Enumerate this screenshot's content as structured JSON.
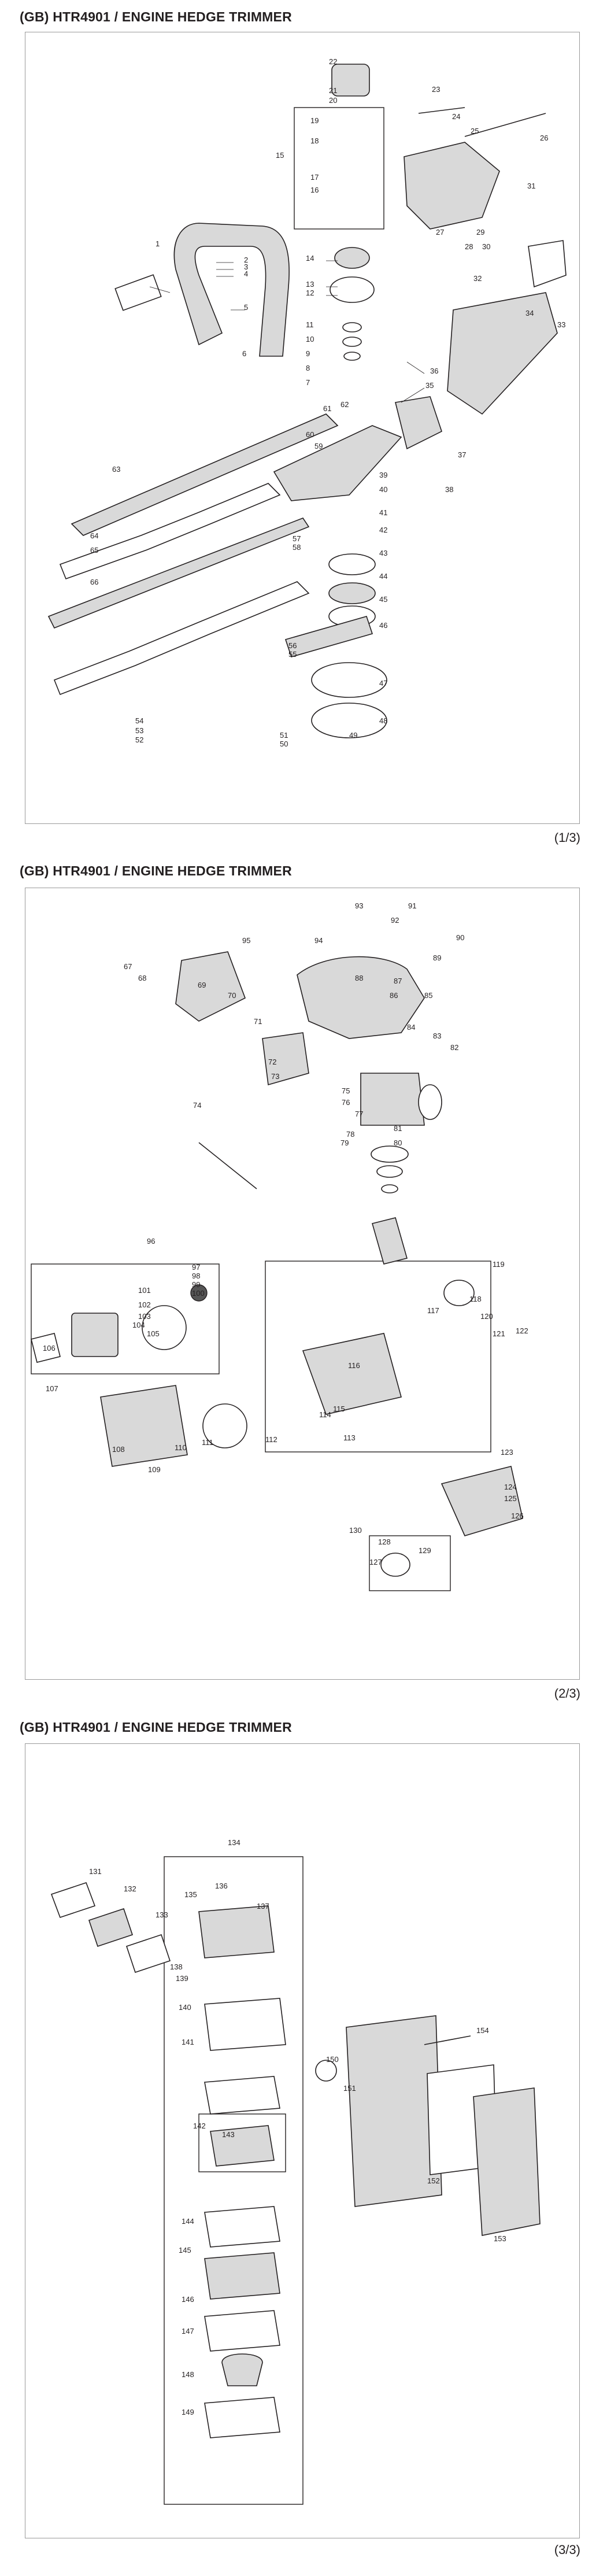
{
  "pages": [
    {
      "title": "(GB) HTR4901 / ENGINE HEDGE TRIMMER",
      "page_number": "(1/3)",
      "labels": [
        "22",
        "21",
        "20",
        "19",
        "18",
        "15",
        "17",
        "16",
        "23",
        "24",
        "26",
        "25",
        "31",
        "1",
        "2",
        "3",
        "4",
        "5",
        "14",
        "13",
        "12",
        "11",
        "10",
        "9",
        "8",
        "7",
        "6",
        "27",
        "28",
        "29",
        "30",
        "32",
        "34",
        "33",
        "35",
        "36",
        "37",
        "38",
        "61",
        "62",
        "60",
        "59",
        "39",
        "40",
        "41",
        "42",
        "43",
        "44",
        "45",
        "46",
        "47",
        "48",
        "63",
        "64",
        "65",
        "58",
        "57",
        "66",
        "56",
        "55",
        "54",
        "53",
        "52",
        "51",
        "50",
        "49"
      ]
    },
    {
      "title": "(GB) HTR4901 / ENGINE HEDGE TRIMMER",
      "page_number": "(2/3)",
      "labels": [
        "93",
        "91",
        "92",
        "90",
        "95",
        "94",
        "89",
        "67",
        "68",
        "69",
        "70",
        "71",
        "88",
        "87",
        "86",
        "85",
        "84",
        "83",
        "82",
        "72",
        "73",
        "74",
        "75",
        "76",
        "77",
        "78",
        "79",
        "81",
        "80",
        "96",
        "97",
        "98",
        "99",
        "100",
        "101",
        "102",
        "103",
        "104",
        "105",
        "106",
        "107",
        "119",
        "118",
        "117",
        "116",
        "115",
        "114",
        "113",
        "120",
        "121",
        "122",
        "108",
        "109",
        "110",
        "111",
        "112",
        "123",
        "124",
        "125",
        "126",
        "127",
        "128",
        "129",
        "130"
      ]
    },
    {
      "title": "(GB) HTR4901 / ENGINE HEDGE TRIMMER",
      "page_number": "(3/3)",
      "labels": [
        "131",
        "132",
        "133",
        "134",
        "135",
        "136",
        "137",
        "138",
        "139",
        "140",
        "141",
        "142",
        "143",
        "144",
        "145",
        "146",
        "147",
        "148",
        "149",
        "150",
        "151",
        "152",
        "153",
        "154"
      ]
    }
  ]
}
